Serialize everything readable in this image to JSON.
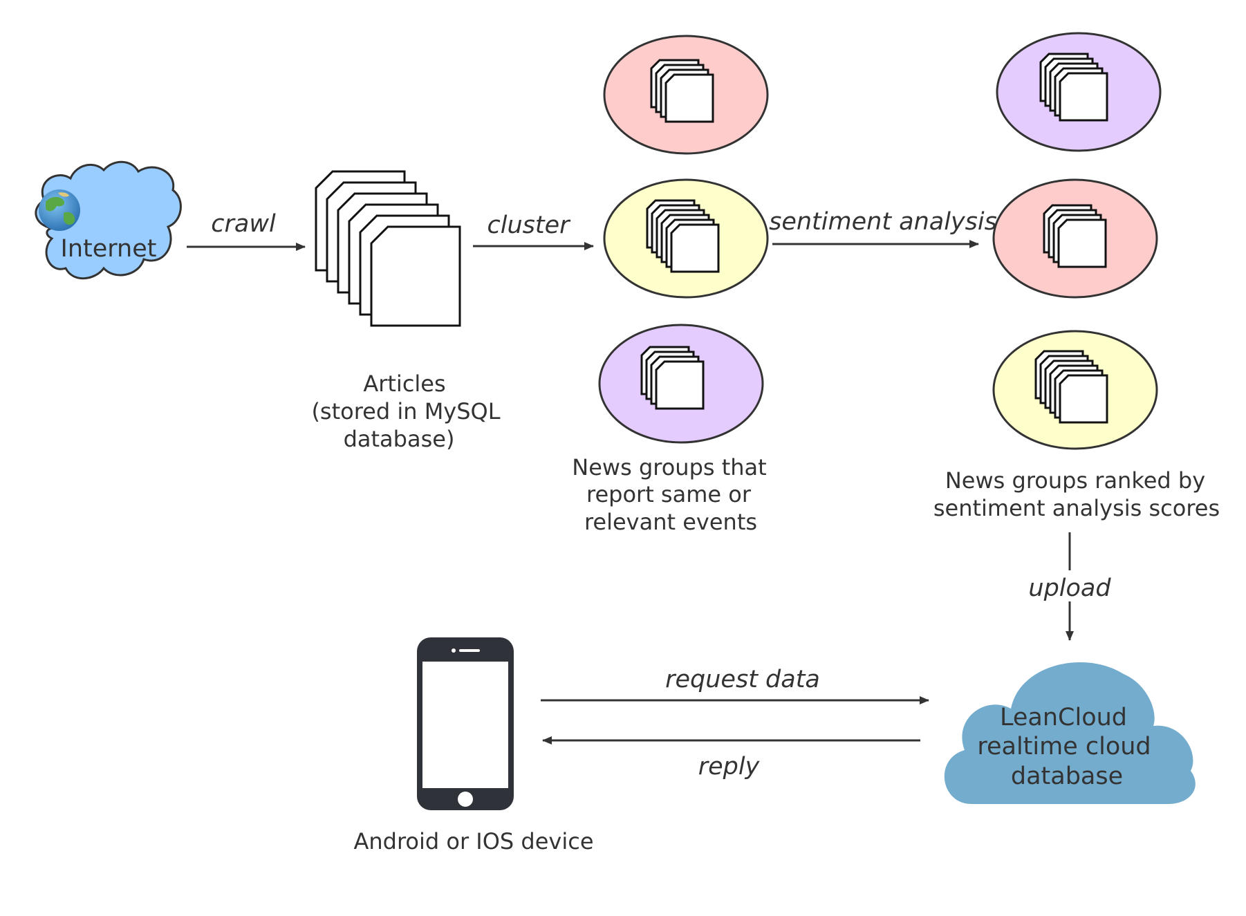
{
  "nodes": {
    "internet": {
      "label": "Internet"
    },
    "articles": {
      "label_lines": [
        "Articles",
        "(stored in MySQL",
        "database)"
      ]
    },
    "groups": {
      "caption_lines": [
        "News groups that",
        "report same or",
        "relevant events"
      ],
      "fill_colors": [
        "#ffcccc",
        "#ffffcc",
        "#e5ccff"
      ]
    },
    "ranked": {
      "caption_lines": [
        "News groups ranked by",
        "sentiment analysis scores"
      ],
      "fill_colors": [
        "#e5ccff",
        "#ffcccc",
        "#ffffcc"
      ]
    },
    "leancloud": {
      "label_lines": [
        "LeanCloud",
        "realtime cloud",
        "database"
      ]
    },
    "device": {
      "label": "Android or IOS device"
    }
  },
  "edges": {
    "crawl": "crawl",
    "cluster": "cluster",
    "sentiment": "sentiment analysis",
    "upload": "upload",
    "request": "request data",
    "reply": "reply"
  },
  "colors": {
    "internet_cloud": "#99ccff",
    "leancloud_cloud": "#74acce",
    "phone": "#2f3238",
    "stroke": "#333333"
  },
  "icons": [
    "globe-icon",
    "document-stack-icon",
    "smartphone-icon",
    "cloud-icon"
  ]
}
